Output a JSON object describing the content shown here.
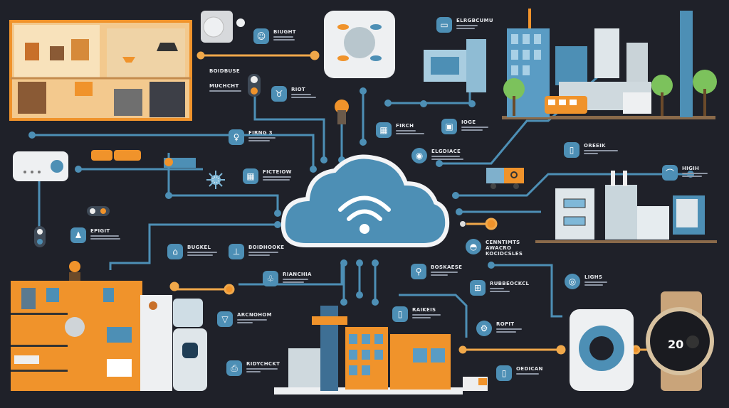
{
  "colors": {
    "background": "#1f2129",
    "accent_blue": "#4d8fb5",
    "accent_orange": "#f0932b",
    "white": "#eef0f2"
  },
  "cloud": {
    "icon": "wifi-icon"
  },
  "labels": {
    "items": [
      {
        "title": "BIUGHT",
        "icon": "robot-icon"
      },
      {
        "title": "BOIDBUSE",
        "icon": ""
      },
      {
        "title": "MUCHCHT",
        "icon": "traffic-light-icon"
      },
      {
        "title": "RIOT",
        "icon": "pig-icon"
      },
      {
        "title": "ELRGBCUMU",
        "icon": "sofa-icon"
      },
      {
        "title": "FIRNG 3",
        "icon": "location-pin-icon"
      },
      {
        "title": "FIRCH",
        "icon": "calendar-icon"
      },
      {
        "title": "IOGE",
        "icon": "appliance-icon"
      },
      {
        "title": "ELGDIACE",
        "icon": "bulb-icon"
      },
      {
        "title": "FICTEIOW",
        "icon": "grid-icon"
      },
      {
        "title": "OREEIK",
        "icon": "bottle-icon"
      },
      {
        "title": "HIGIH",
        "icon": "wifi-icon"
      },
      {
        "title": "EPIGIT",
        "icon": "person-icon"
      },
      {
        "title": "BUGKEL",
        "icon": "home-icon"
      },
      {
        "title": "BOIDHOOKE",
        "icon": "tower-icon"
      },
      {
        "title": "RIANCHIA",
        "icon": "plant-icon"
      },
      {
        "title": "ARCNOHOM",
        "icon": "shield-icon"
      },
      {
        "title": "RIDYCHCKT",
        "icon": "printer-icon"
      },
      {
        "title": "CENNTIMTS AWACRO KOCIDCSLES",
        "icon": "router-icon"
      },
      {
        "title": "BOSKAESE",
        "icon": "key-icon"
      },
      {
        "title": "RUBBEOCKCL",
        "icon": "cart-icon"
      },
      {
        "title": "LIGHS",
        "icon": "lock-icon"
      },
      {
        "title": "RAIKEIS",
        "icon": "phone-icon"
      },
      {
        "title": "ROPIT",
        "icon": "gears-icon"
      },
      {
        "title": "OEDICAN",
        "icon": "bottle-icon"
      }
    ]
  },
  "watch": {
    "display_value": "20"
  }
}
